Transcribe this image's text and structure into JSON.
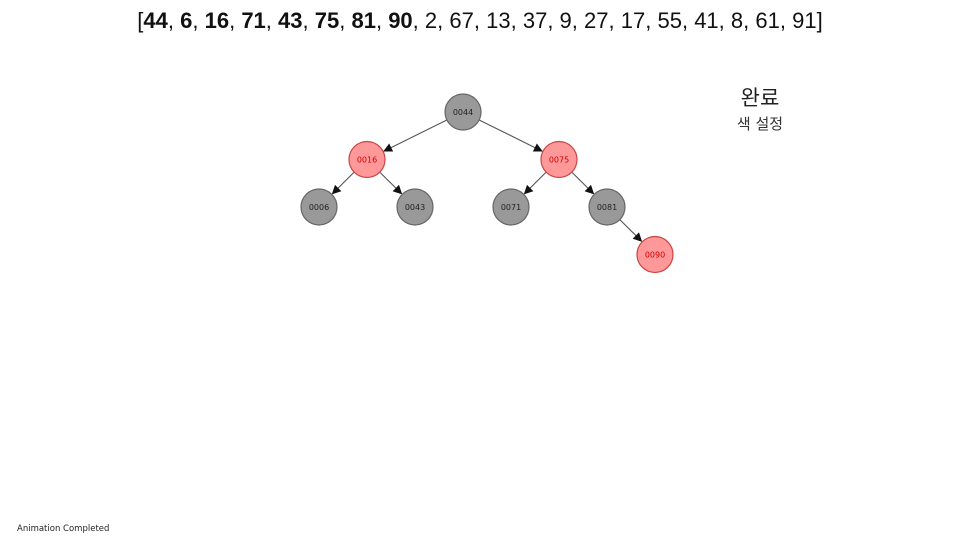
{
  "sequence": {
    "values": [
      "44",
      "6",
      "16",
      "71",
      "43",
      "75",
      "81",
      "90",
      "2",
      "67",
      "13",
      "37",
      "9",
      "27",
      "17",
      "55",
      "41",
      "8",
      "61",
      "91"
    ],
    "inserted_count": 8
  },
  "status": {
    "title": "완료",
    "subtitle": "색 설정"
  },
  "colors": {
    "black_fill": "#999999",
    "black_stroke": "#666666",
    "red_fill": "#ff9999",
    "red_stroke": "#cc4444",
    "black_text": "#222222",
    "red_text": "#cc0000",
    "edge": "#555555"
  },
  "tree": {
    "nodes": [
      {
        "id": "n44",
        "label": "0044",
        "color": "black",
        "parent": null,
        "side": null
      },
      {
        "id": "n16",
        "label": "0016",
        "color": "red",
        "parent": "n44",
        "side": "left"
      },
      {
        "id": "n75",
        "label": "0075",
        "color": "red",
        "parent": "n44",
        "side": "right"
      },
      {
        "id": "n6",
        "label": "0006",
        "color": "black",
        "parent": "n16",
        "side": "left"
      },
      {
        "id": "n43",
        "label": "0043",
        "color": "black",
        "parent": "n16",
        "side": "right"
      },
      {
        "id": "n71",
        "label": "0071",
        "color": "black",
        "parent": "n75",
        "side": "left"
      },
      {
        "id": "n81",
        "label": "0081",
        "color": "black",
        "parent": "n75",
        "side": "right"
      },
      {
        "id": "n90",
        "label": "0090",
        "color": "red",
        "parent": "n81",
        "side": "right"
      }
    ]
  },
  "animation_status": "Animation Completed"
}
